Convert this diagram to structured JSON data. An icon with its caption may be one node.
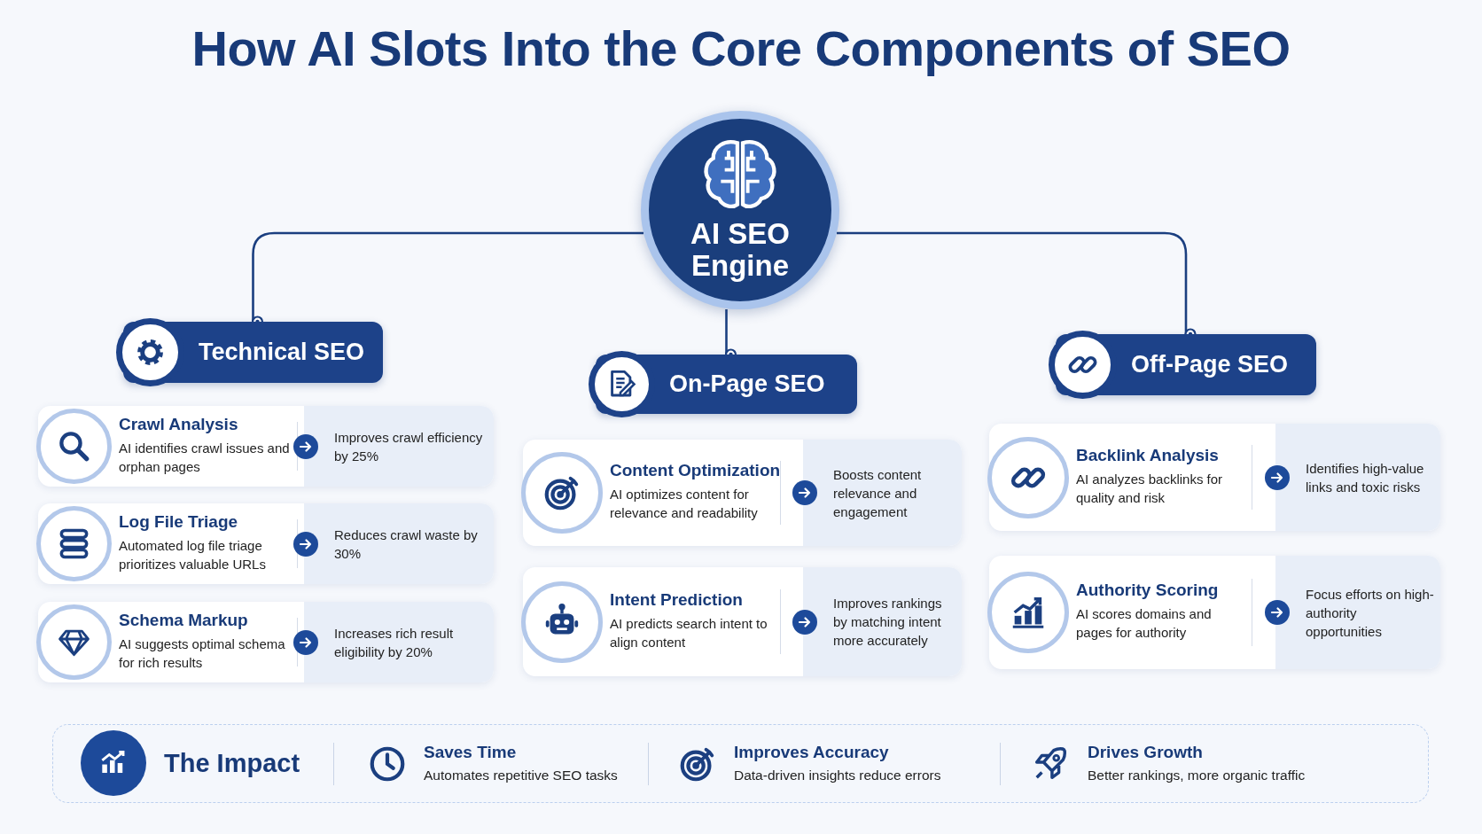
{
  "diagram": {
    "title": "How AI Slots Into the Core Components of SEO",
    "nodes": [
      {
        "text": [
          "AI SEO Engine"
        ]
      },
      {
        "text": [
          "Technical SEO"
        ]
      },
      {
        "text": [
          "On-Page SEO"
        ]
      },
      {
        "text": [
          "Off-Page SEO"
        ]
      },
      {
        "text": [
          "Crawl Analysis",
          "AI identifies crawl issues and orphan pages",
          "Improves crawl efficiency by 25%"
        ]
      },
      {
        "text": [
          "Log File Triage",
          "Automated log file triage prioritizes valuable URLs",
          "Reduces crawl waste by 30%"
        ]
      },
      {
        "text": [
          "Schema Markup",
          "AI suggests optimal schema for rich results",
          "Increases rich result eligibility by 20%"
        ]
      },
      {
        "text": [
          "Content Optimization",
          "AI optimizes content for relevance and readability",
          "Boosts content relevance and engagement"
        ]
      },
      {
        "text": [
          "Intent Prediction",
          "AI predicts search intent to align content",
          "Improves rankings by matching intent more accurately"
        ]
      },
      {
        "text": [
          "Backlink Analysis",
          "AI analyzes backlinks for quality and risk",
          "Identifies high-value links and toxic risks"
        ]
      },
      {
        "text": [
          "Authority Scoring",
          "AI scores domains and pages for authority",
          "Focus efforts on high-authority opportunities"
        ]
      },
      {
        "text": [
          "The Impact",
          "Saves Time",
          "Automates repetitive SEO tasks",
          "Improves Accuracy",
          "Data-driven insights reduce errors",
          "Drives Growth",
          "Better rankings, more organic traffic"
        ]
      }
    ],
    "edges": [
      {
        "from": 0,
        "to": 1,
        "arrow": "other"
      },
      {
        "from": 0,
        "to": 2,
        "arrow": "other"
      },
      {
        "from": 0,
        "to": 3,
        "arrow": "other"
      }
    ]
  }
}
